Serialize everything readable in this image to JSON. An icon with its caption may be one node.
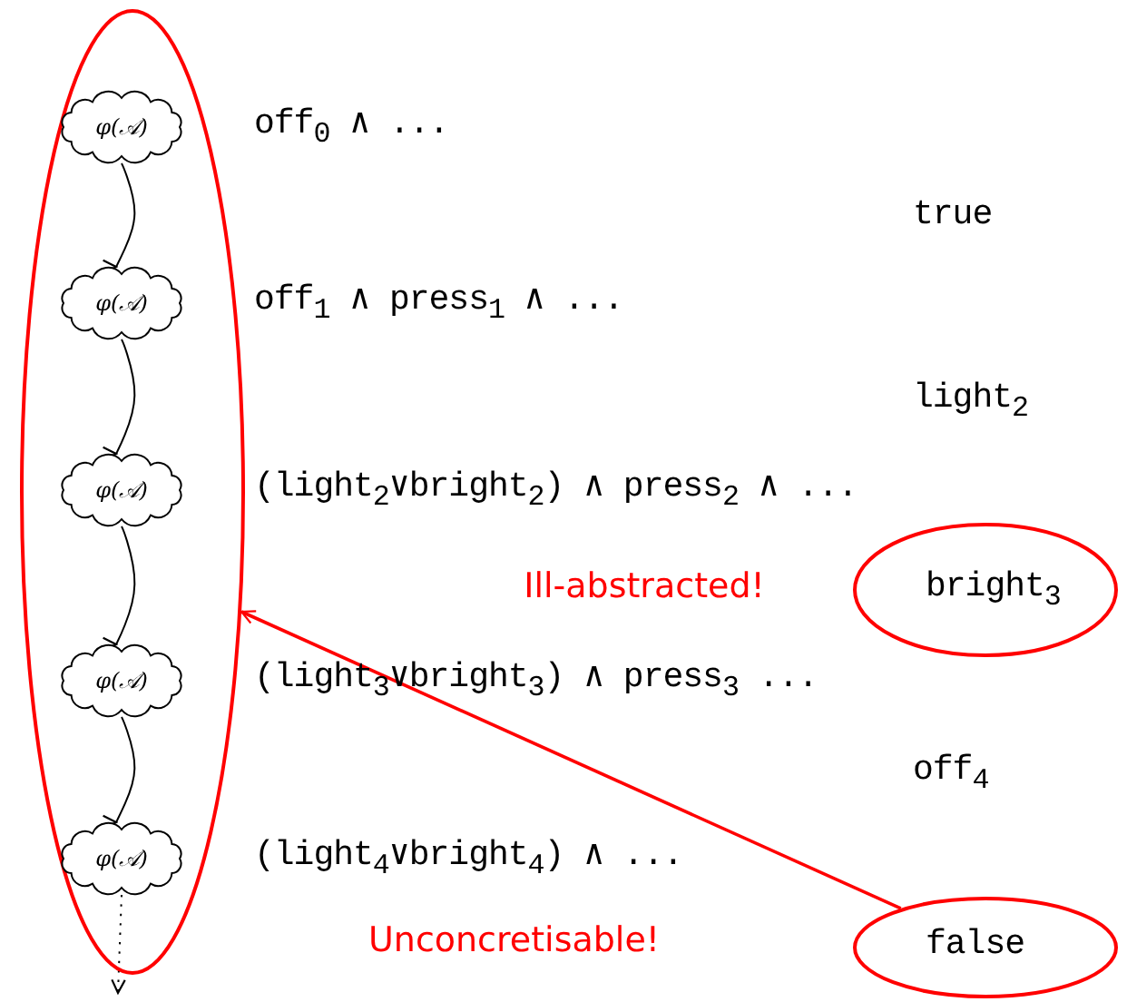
{
  "diagram": {
    "nodes": [
      {
        "text": [],
        "shape": "ellipse"
      },
      {
        "text": [
          "φ(𝒜)"
        ],
        "in": 0
      },
      {
        "text": [
          "φ(𝒜)"
        ],
        "in": 0
      },
      {
        "text": [
          "φ(𝒜)"
        ],
        "in": 0
      },
      {
        "text": [
          "φ(𝒜)"
        ],
        "in": 0
      },
      {
        "text": [
          "φ(𝒜)"
        ],
        "in": 0
      },
      {
        "text": [
          "bright$_{3}$"
        ]
      },
      {
        "text": [
          "false"
        ]
      }
    ],
    "edges": [
      {
        "from": 1,
        "to": 2,
        "arrow": "to"
      },
      {
        "from": 2,
        "to": 3,
        "arrow": "to"
      },
      {
        "from": 3,
        "to": 4,
        "arrow": "to"
      },
      {
        "from": 4,
        "to": 5,
        "arrow": "to"
      },
      {
        "from": 5,
        "to": null,
        "arrow": "to",
        "style": "dashed"
      },
      {
        "from": 7,
        "to": 0,
        "arrow": "to",
        "color": "#ff0000"
      }
    ],
    "labels": [
      "off$_{0}$ ∧ ...",
      "true",
      "off$_{1}$ ∧ press$_{1}$ ∧ ...",
      "light$_{2}$",
      "(light$_{2}$∨bright$_{2}$) ∧ press$_{2}$ ∧ ...",
      "Ill-abstracted!",
      "(light$_{3}$∨bright$_{3}$) ∧ press$_{3}$ ...",
      "off$_{4}$",
      "(light$_{4}$∨bright$_{4}$) ∧ ...",
      "Unconcretisable!"
    ]
  }
}
